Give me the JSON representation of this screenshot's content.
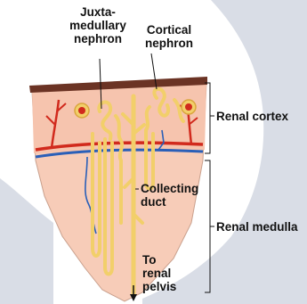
{
  "labels": {
    "juxta_line1": "Juxta-",
    "juxta_line2": "medullary",
    "juxta_line3": "nephron",
    "cortical_line1": "Cortical",
    "cortical_line2": "nephron",
    "renal_cortex": "Renal cortex",
    "collecting_line1": "Collecting",
    "collecting_line2": "duct",
    "renal_medulla": "Renal medulla",
    "pelvis_line1": "To",
    "pelvis_line2": "renal",
    "pelvis_line3": "pelvis"
  },
  "colors": {
    "background_band": "#d9dde6",
    "tissue": "#f7ccb8",
    "capsule": "#6b3324",
    "nephron": "#f2cf6a",
    "artery": "#d12a1d",
    "vein": "#2a5fb8"
  }
}
